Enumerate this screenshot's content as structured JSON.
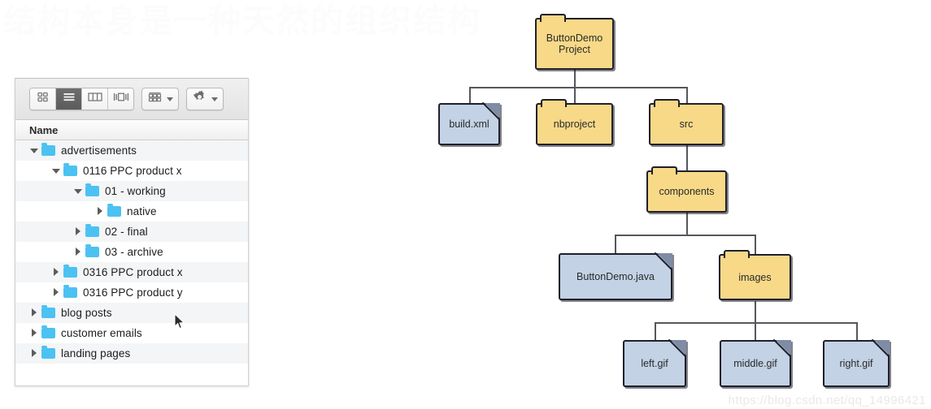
{
  "background_text": "结构本身是一种天然的组织结构",
  "watermark": "https://blog.csdn.net/qq_14996421",
  "finder": {
    "toolbar": {
      "view_icon_label": "icon-view",
      "view_list_label": "list-view",
      "view_column_label": "column-view",
      "view_gallery_label": "gallery-view",
      "arrange_label": "arrange-by",
      "action_label": "action-menu"
    },
    "column_header": "Name",
    "rows": [
      {
        "label": "advertisements",
        "depth": 0,
        "twisty": "down",
        "alt": true
      },
      {
        "label": "0116 PPC product x",
        "depth": 1,
        "twisty": "down",
        "alt": false
      },
      {
        "label": "01 - working",
        "depth": 2,
        "twisty": "down",
        "alt": true
      },
      {
        "label": "native",
        "depth": 3,
        "twisty": "right",
        "alt": false
      },
      {
        "label": "02 - final",
        "depth": 2,
        "twisty": "right",
        "alt": true
      },
      {
        "label": "03 - archive",
        "depth": 2,
        "twisty": "right",
        "alt": false
      },
      {
        "label": "0316 PPC product x",
        "depth": 1,
        "twisty": "right",
        "alt": true
      },
      {
        "label": "0316 PPC product y",
        "depth": 1,
        "twisty": "right",
        "alt": false
      },
      {
        "label": "blog posts",
        "depth": 0,
        "twisty": "right",
        "alt": true
      },
      {
        "label": "customer emails",
        "depth": 0,
        "twisty": "right",
        "alt": false
      },
      {
        "label": "landing pages",
        "depth": 0,
        "twisty": "right",
        "alt": true
      }
    ]
  },
  "diagram": {
    "colors": {
      "folder": "#f8d988",
      "file": "#c3d2e5",
      "outline": "#20202a",
      "line": "#56565c"
    },
    "nodes": [
      {
        "id": "root",
        "kind": "folder",
        "label": "ButtonDemo\nProject",
        "line1": "ButtonDemo",
        "line2": "Project"
      },
      {
        "id": "buildxml",
        "kind": "file",
        "label": "build.xml"
      },
      {
        "id": "nbproject",
        "kind": "folder",
        "label": "nbproject"
      },
      {
        "id": "src",
        "kind": "folder",
        "label": "src"
      },
      {
        "id": "components",
        "kind": "folder",
        "label": "components"
      },
      {
        "id": "buttondemo",
        "kind": "file",
        "label": "ButtonDemo.java"
      },
      {
        "id": "images",
        "kind": "folder",
        "label": "images"
      },
      {
        "id": "leftgif",
        "kind": "file",
        "label": "left.gif"
      },
      {
        "id": "middlegif",
        "kind": "file",
        "label": "middle.gif"
      },
      {
        "id": "rightgif",
        "kind": "file",
        "label": "right.gif"
      }
    ]
  }
}
